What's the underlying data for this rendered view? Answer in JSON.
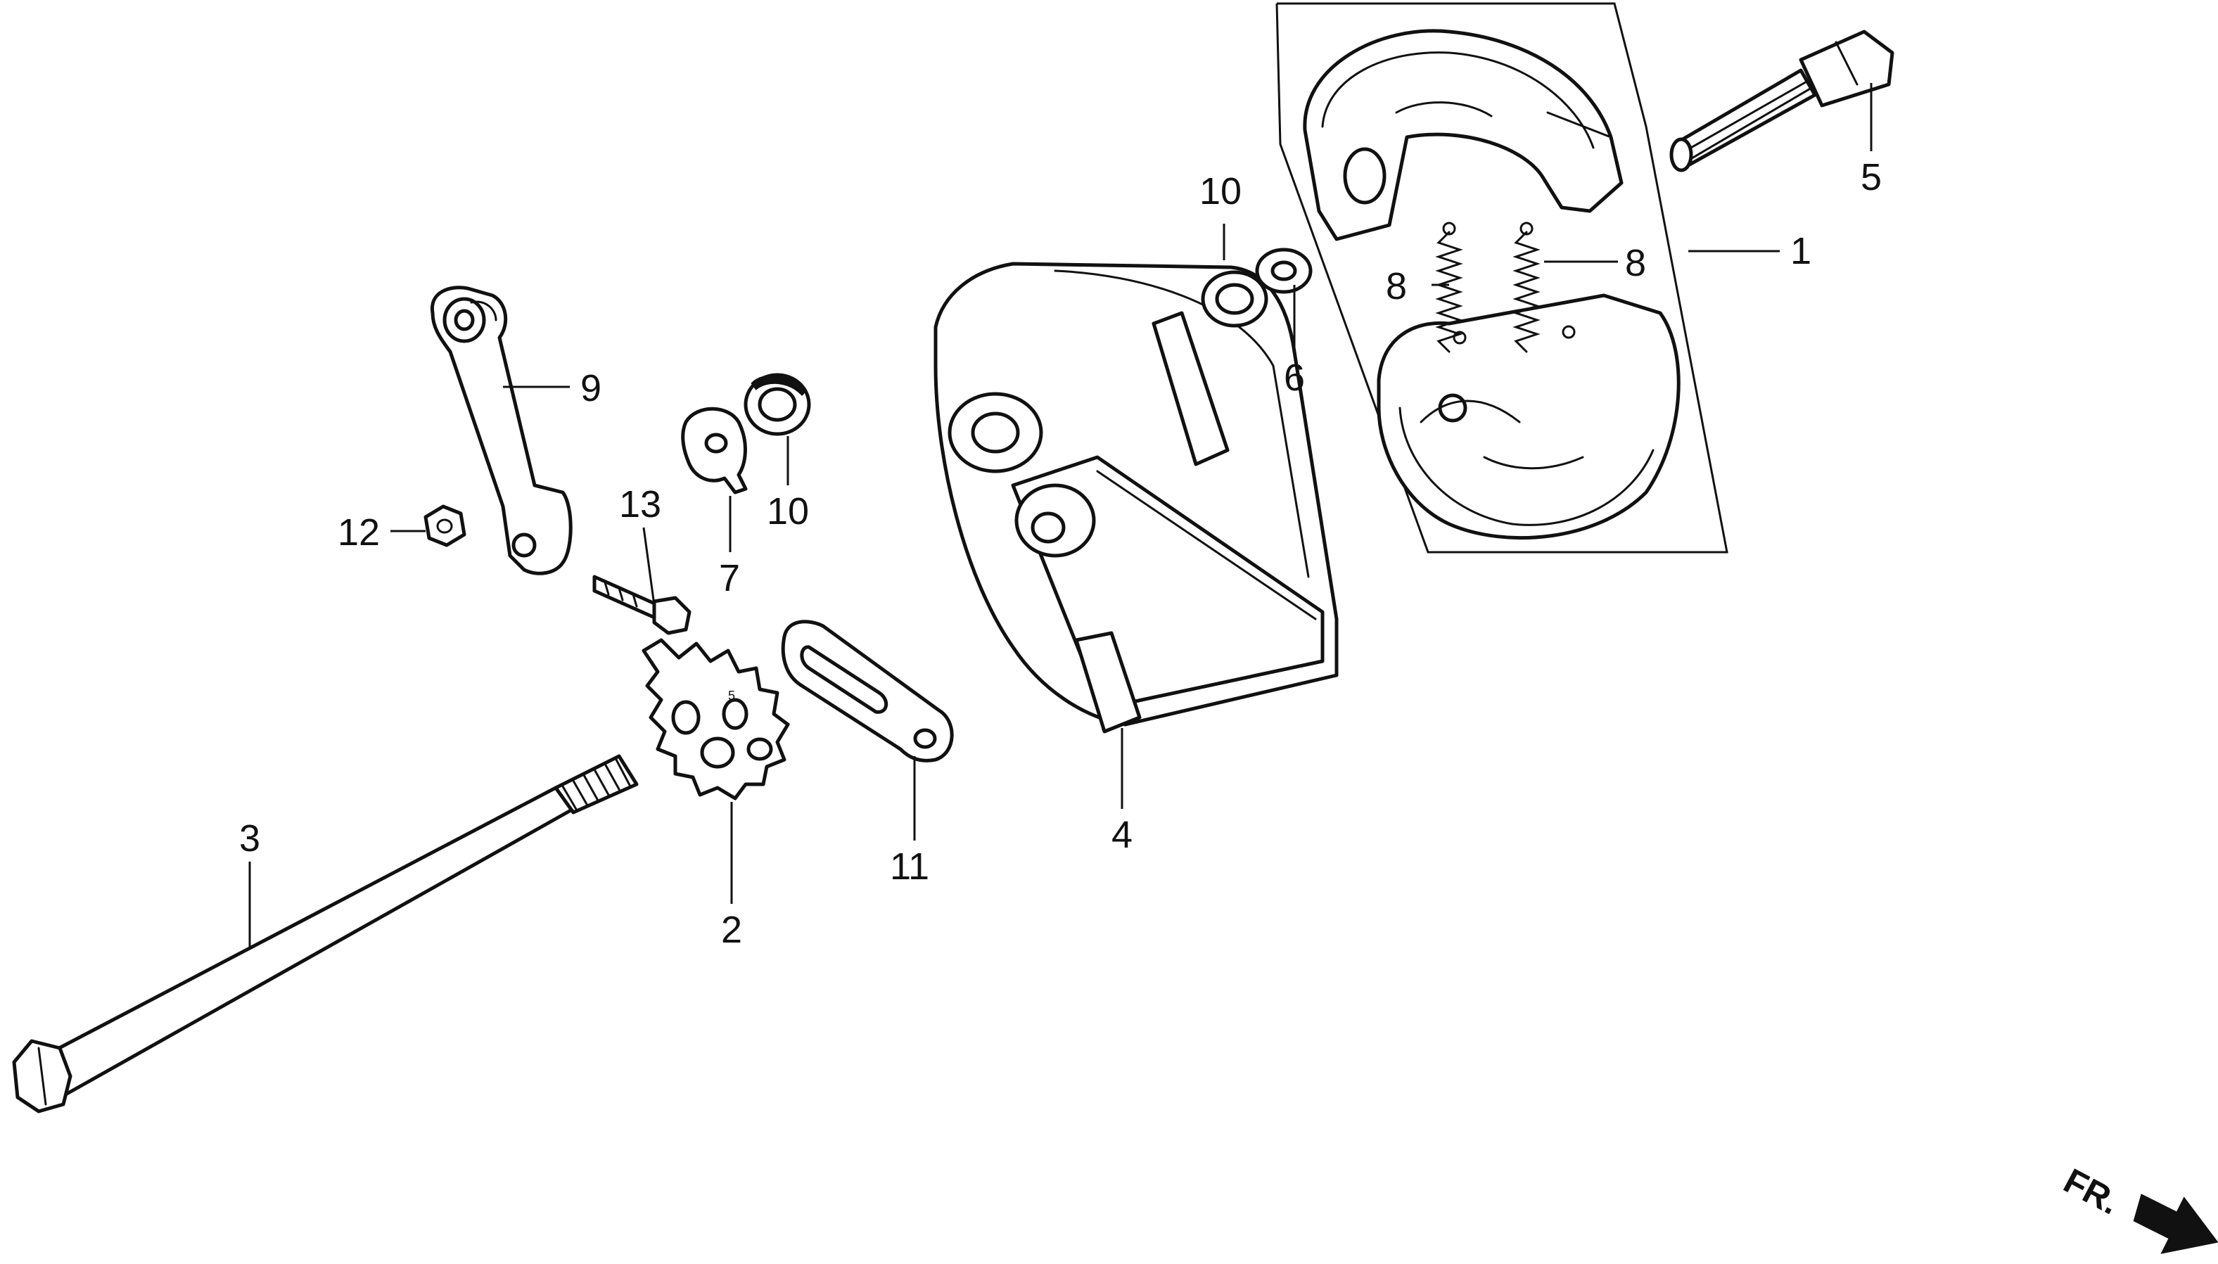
{
  "callouts": {
    "c1": "1",
    "c2": "2",
    "c3": "3",
    "c4": "4",
    "c5": "5",
    "c6": "6",
    "c7": "7",
    "c8a": "8",
    "c8b": "8",
    "c9": "9",
    "c10a": "10",
    "c10b": "10",
    "c11": "11",
    "c12": "12",
    "c13": "13"
  },
  "direction_label": "FR.",
  "sprocket_mark": "5"
}
